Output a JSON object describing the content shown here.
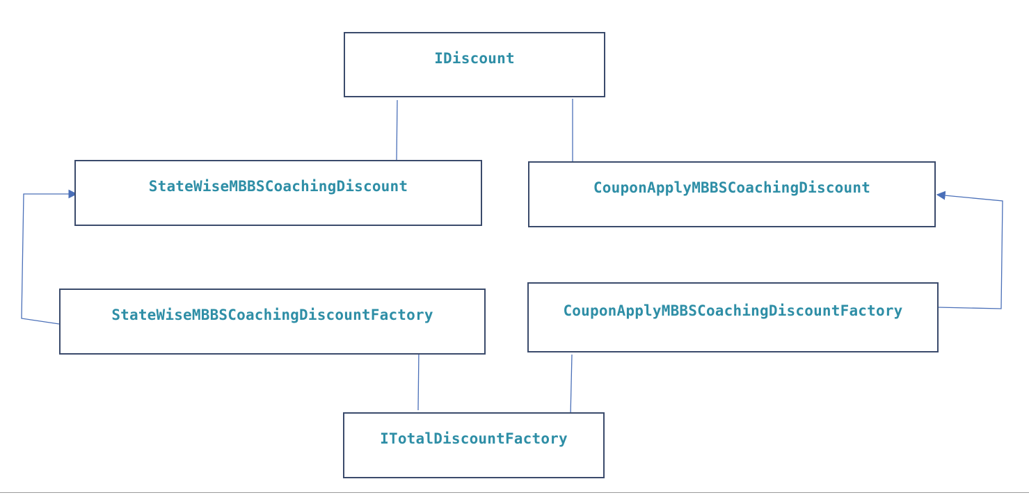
{
  "diagram": {
    "nodes": {
      "idiscount": {
        "label": "IDiscount"
      },
      "statewise_discount": {
        "label": "StateWiseMBBSCoachingDiscount"
      },
      "coupon_discount": {
        "label": "CouponApplyMBBSCoachingDiscount"
      },
      "statewise_factory": {
        "label": "StateWiseMBBSCoachingDiscountFactory"
      },
      "coupon_factory": {
        "label": "CouponApplyMBBSCoachingDiscountFactory"
      },
      "total_factory": {
        "label": "ITotalDiscountFactory"
      }
    },
    "colors": {
      "box_border": "#3a4a6b",
      "label_text": "#2e8ea6",
      "connector": "#4a6fb8",
      "annotation_ink": "#e0161b"
    }
  }
}
